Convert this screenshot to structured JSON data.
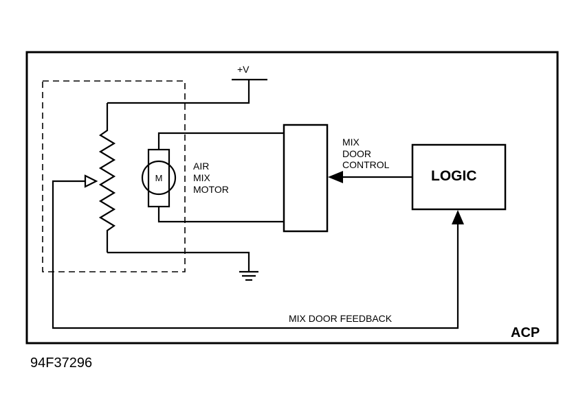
{
  "labels": {
    "supply": "+V",
    "motor_letter": "M",
    "motor_line1": "AIR",
    "motor_line2": "MIX",
    "motor_line3": "MOTOR",
    "control_line1": "MIX",
    "control_line2": "DOOR",
    "control_line3": "CONTROL",
    "logic": "LOGIC",
    "feedback": "MIX DOOR FEEDBACK",
    "module": "ACP",
    "figure_id": "94F37296"
  }
}
